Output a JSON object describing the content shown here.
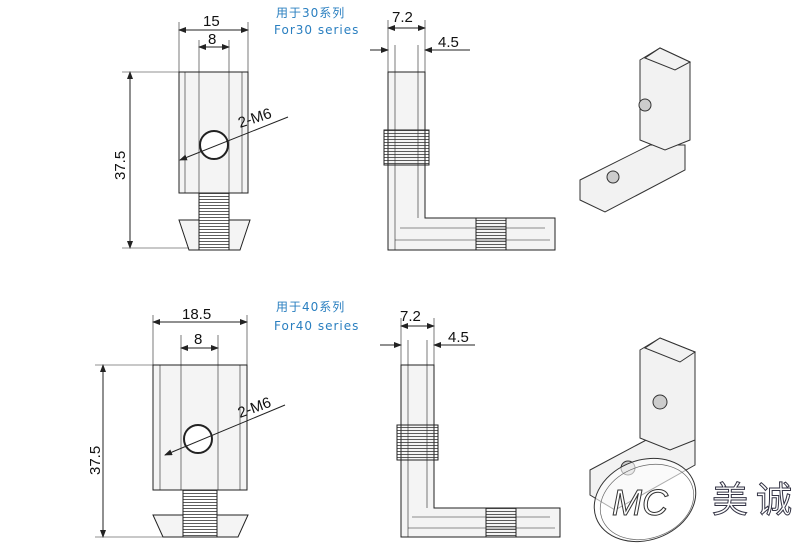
{
  "drawing_30": {
    "caption_cn": "用于30系列",
    "caption_en": "For30 series",
    "width_dim": "15",
    "slot_dim": "8",
    "height_dim": "37.5",
    "thread_label": "2-M6",
    "side_thickness_dim": "7.2",
    "side_offset_dim": "4.5"
  },
  "drawing_40": {
    "caption_cn": "用于40系列",
    "caption_en": "For40 series",
    "width_dim": "18.5",
    "slot_dim": "8",
    "height_dim": "37.5",
    "thread_label": "2-M6",
    "side_thickness_dim": "7.2",
    "side_offset_dim": "4.5"
  },
  "logo": {
    "letters": "MC",
    "brand_cn": "美诚"
  }
}
